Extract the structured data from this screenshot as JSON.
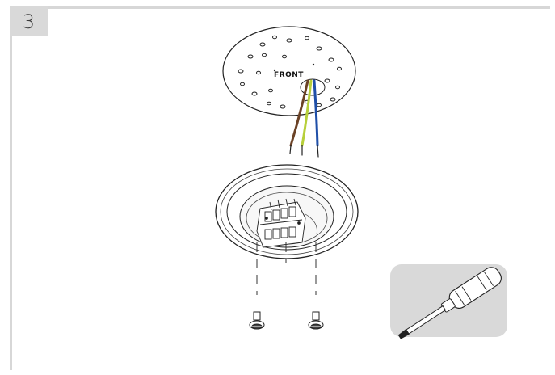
{
  "step": {
    "number": "3"
  },
  "mounting_plate": {
    "label": "FRONT"
  },
  "colors": {
    "wire_brown": "#6b4226",
    "wire_green_yellow": "#b7cf3a",
    "wire_blue": "#1f4fa8",
    "tool_panel": "#d9d9d9",
    "frame": "#d7d7d7"
  },
  "icons": [
    "mounting-plate",
    "electrical-wires",
    "base-housing",
    "terminal-block",
    "screw",
    "screwdriver-icon"
  ]
}
